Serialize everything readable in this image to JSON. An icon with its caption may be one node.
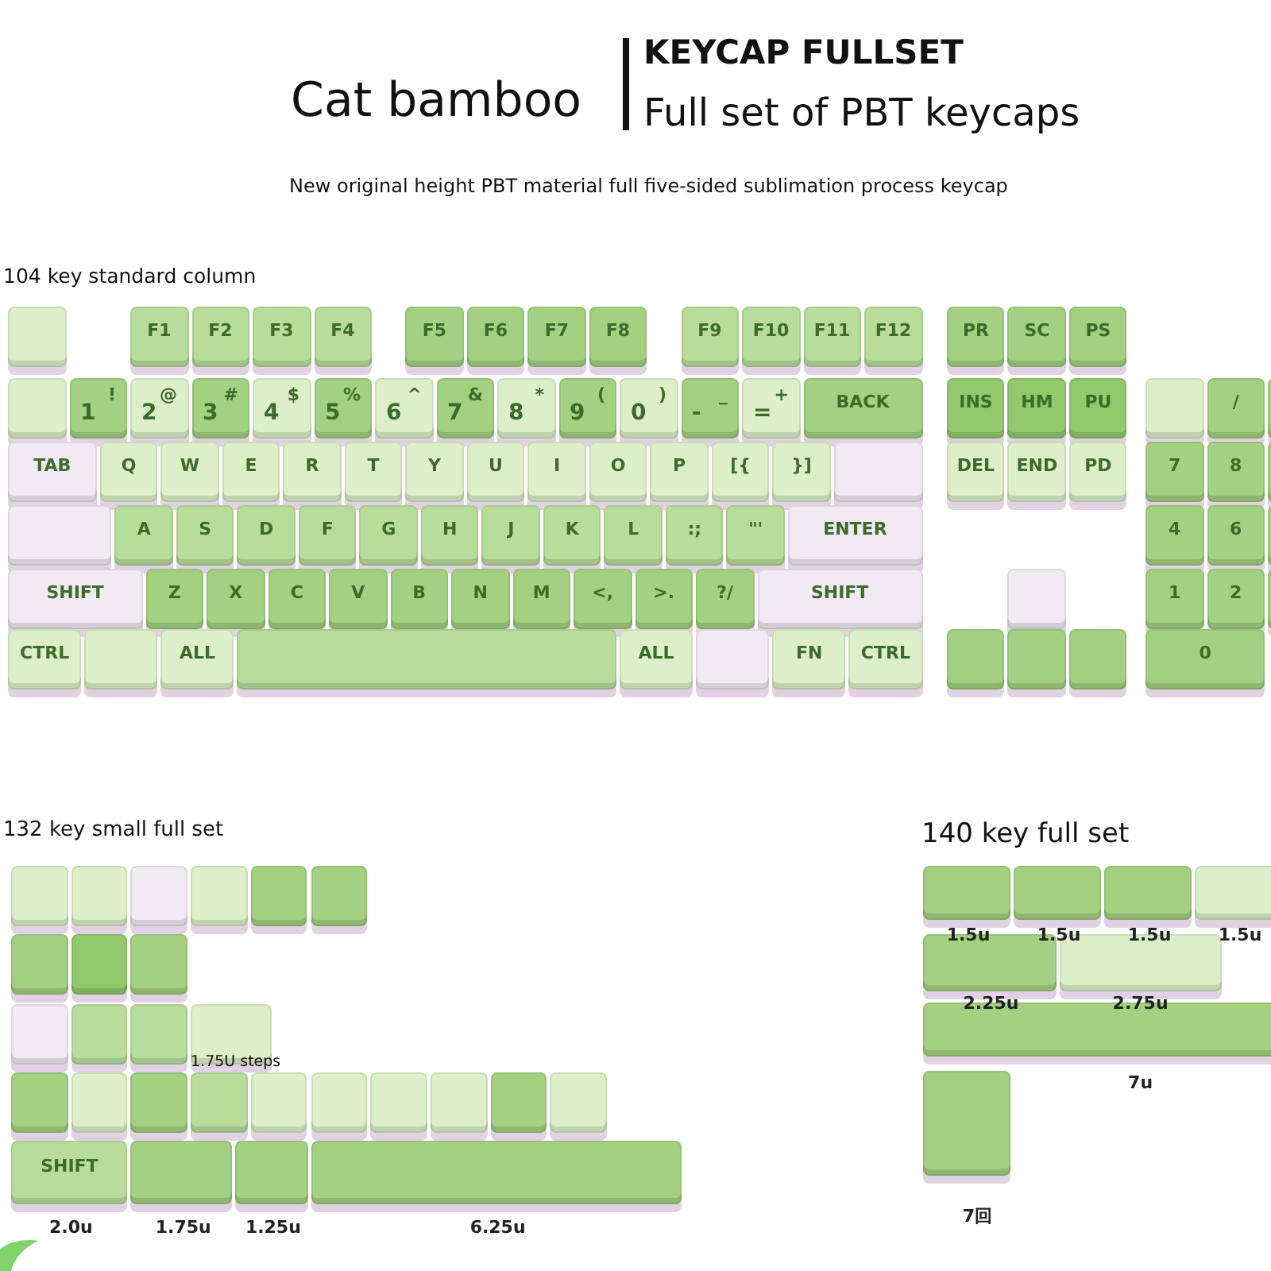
{
  "diagram": {
    "labels": [
      "Cat bamboo",
      "KEYCAP FULLSET",
      "Full set of PBT keycaps",
      "New original height PBT material full five-sided sublimation process keycap",
      "104 key standard column",
      "F1",
      "F2",
      "F3",
      "F4",
      "F5",
      "F6",
      "F7",
      "F8",
      "F9",
      "F10",
      "F11",
      "F12",
      "PR",
      "SC",
      "PS",
      "1",
      "!",
      "2",
      "@",
      "3",
      "#",
      "4",
      "$",
      "5",
      "%",
      "6",
      "^",
      "7",
      "&",
      "8",
      "*",
      "9",
      "(",
      "0",
      ")",
      "-",
      "_",
      "=",
      "+",
      "BACK",
      "INS",
      "HM",
      "PU",
      "/",
      "TAB",
      "Q",
      "W",
      "E",
      "R",
      "T",
      "Y",
      "U",
      "I",
      "O",
      "P",
      "[{",
      "}]",
      "DEL",
      "END",
      "PD",
      "7",
      "8",
      "A",
      "S",
      "D",
      "F",
      "G",
      "H",
      "J",
      "K",
      "L",
      ":;",
      "\"'",
      "ENTER",
      "4",
      "6",
      "SHIFT",
      "Z",
      "X",
      "C",
      "V",
      "B",
      "N",
      "M",
      "<,",
      ">.",
      "?/",
      "SHIFT",
      "1",
      "2",
      "CTRL",
      "ALL",
      "ALL",
      "FN",
      "CTRL",
      "0",
      "132 key small full set",
      "1.75U steps",
      "SHIFT",
      "2.0u",
      "1.75u",
      "1.25u",
      "6.25u",
      "140 key full set",
      "1.5u",
      "1.5u",
      "1.5u",
      "1.5u",
      "2.25u",
      "2.75u",
      "7u",
      "7回"
    ]
  }
}
